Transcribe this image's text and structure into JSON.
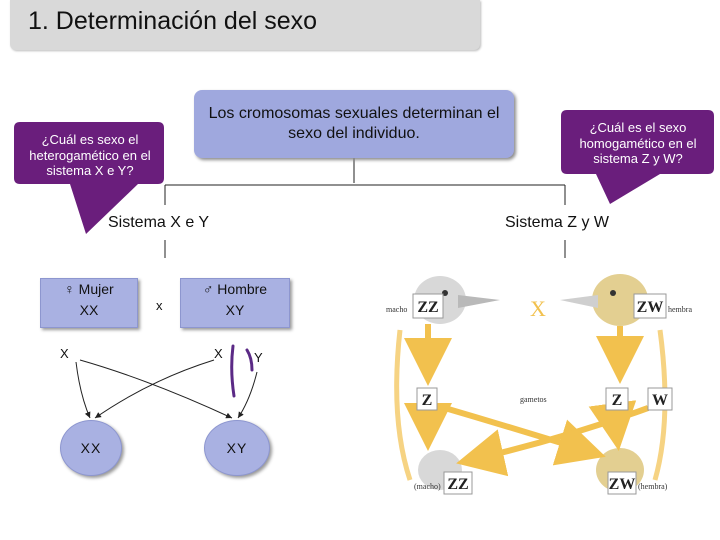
{
  "title": "1. Determinación del sexo",
  "main_box": "Los cromosomas sexuales determinan el sexo del individuo.",
  "callout_left": "¿Cuál es sexo el heterogamético en el sistema X e Y?",
  "callout_right": "¿Cuál es el sexo homogamético en el sistema Z y W?",
  "system_xy": {
    "label": "Sistema X e Y",
    "female": {
      "label": "♀ Mujer",
      "genotype": "XX"
    },
    "cross": "x",
    "male": {
      "label": "♂ Hombre",
      "genotype": "XY"
    },
    "gamete_female": "X",
    "gamete_male_x": "X",
    "gamete_male_y": "Y",
    "offspring_female": "XX",
    "offspring_male": "XY"
  },
  "system_zw": {
    "label": "Sistema Z y W",
    "macho_label": "macho",
    "hembra_label": "hembra",
    "macho_genotype": "ZZ",
    "hembra_genotype": "ZW",
    "cross": "X",
    "gametes_label": "gametos",
    "gamete_z_left": "Z",
    "gamete_z_right": "Z",
    "gamete_w": "W",
    "offspring_macho_label": "(macho)",
    "offspring_hembra_label": "(hembra)",
    "offspring_macho": "ZZ",
    "offspring_hembra": "ZW"
  },
  "colors": {
    "box_fill": "#9fa8de",
    "node_fill": "#a9b1e2",
    "callout_fill": "#6a1e7c",
    "arrow_gold": "#f2c14e",
    "chromosome": "#5b2a86"
  }
}
